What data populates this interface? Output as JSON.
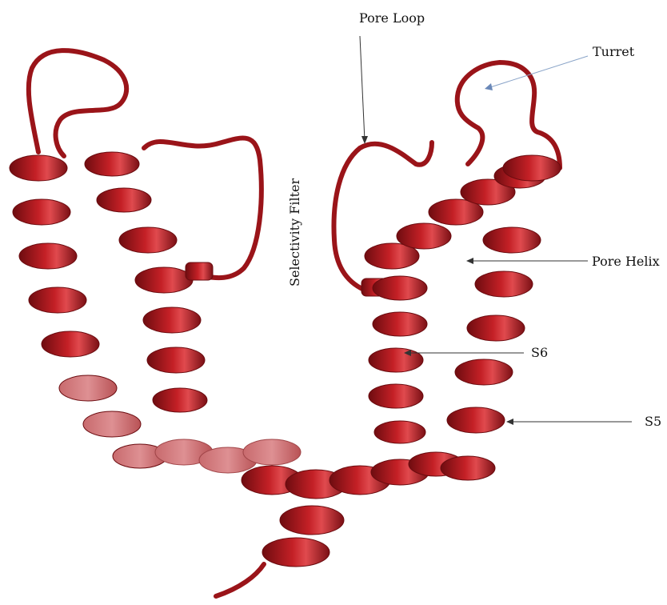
{
  "labels": {
    "pore_loop": "Pore Loop",
    "turret": "Turret",
    "selectivity_filter": "Selectivity Filter",
    "pore_helix": "Pore Helix",
    "s6": "S6",
    "s5": "S5"
  },
  "colors": {
    "ribbon": "#b01820",
    "ribbon_dark": "#7a0f14",
    "ribbon_faded": "#d06a6e",
    "turret_arrow": "#8aa4c8"
  }
}
